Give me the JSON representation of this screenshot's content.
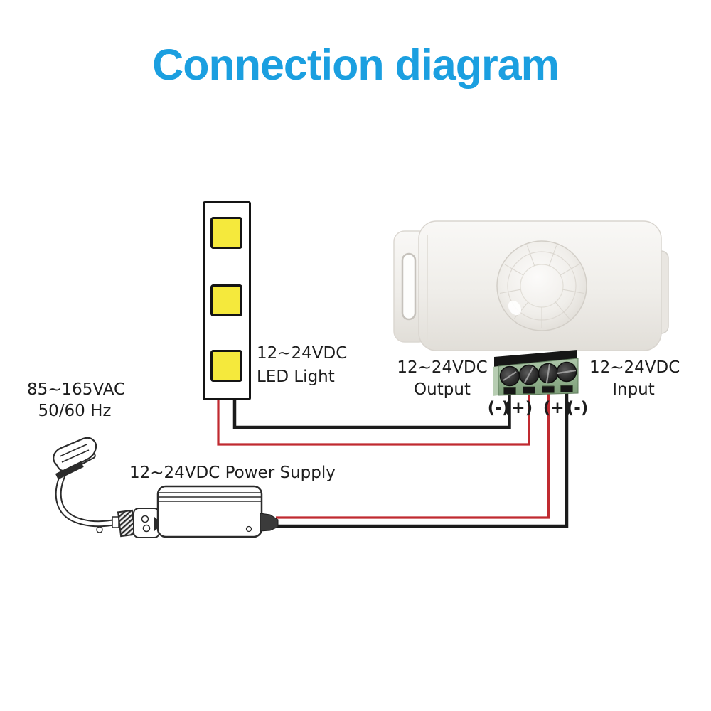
{
  "title": "Connection diagram",
  "colors": {
    "title_blue": "#1b9fe0",
    "ink": "#1d1d1d",
    "sketch_ink": "#2b2b2b",
    "wire_red": "#c02a30",
    "wire_black": "#1b1b1b",
    "led_yellow": "#f5e93c",
    "terminal_green": "#93b28f",
    "terminal_green_light": "#b7cdb2",
    "terminal_green_dark": "#5f7c5c",
    "case_white": "#f6f4f1"
  },
  "labels": {
    "ac_supply": {
      "line1": "85~165VAC",
      "line2": "50/60 Hz"
    },
    "power_supply": "12~24VDC Power Supply",
    "led_light": {
      "line1": "12~24VDC",
      "line2": "LED Light"
    },
    "sensor_output": {
      "line1": "12~24VDC",
      "line2": "Output"
    },
    "sensor_input": {
      "line1": "12~24VDC",
      "line2": "Input"
    },
    "terminal_polarity": [
      "(-)",
      "(+)",
      "(+)",
      "(-)"
    ]
  }
}
